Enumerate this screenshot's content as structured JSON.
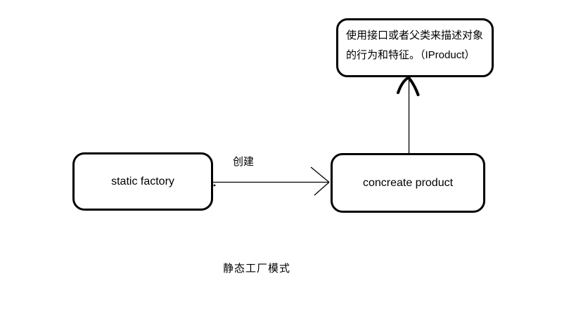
{
  "diagram": {
    "note": {
      "line1": "使用接口或者父类来描述对象",
      "line2": "的行为和特征。（IProduct）"
    },
    "nodes": {
      "static_factory": {
        "label": "static factory"
      },
      "concrete_product": {
        "label": "concreate product"
      }
    },
    "edges": {
      "create": {
        "label": "创建"
      }
    },
    "caption": "静态工厂模式",
    "colors": {
      "ink": "#000000",
      "background": "#ffffff"
    }
  }
}
